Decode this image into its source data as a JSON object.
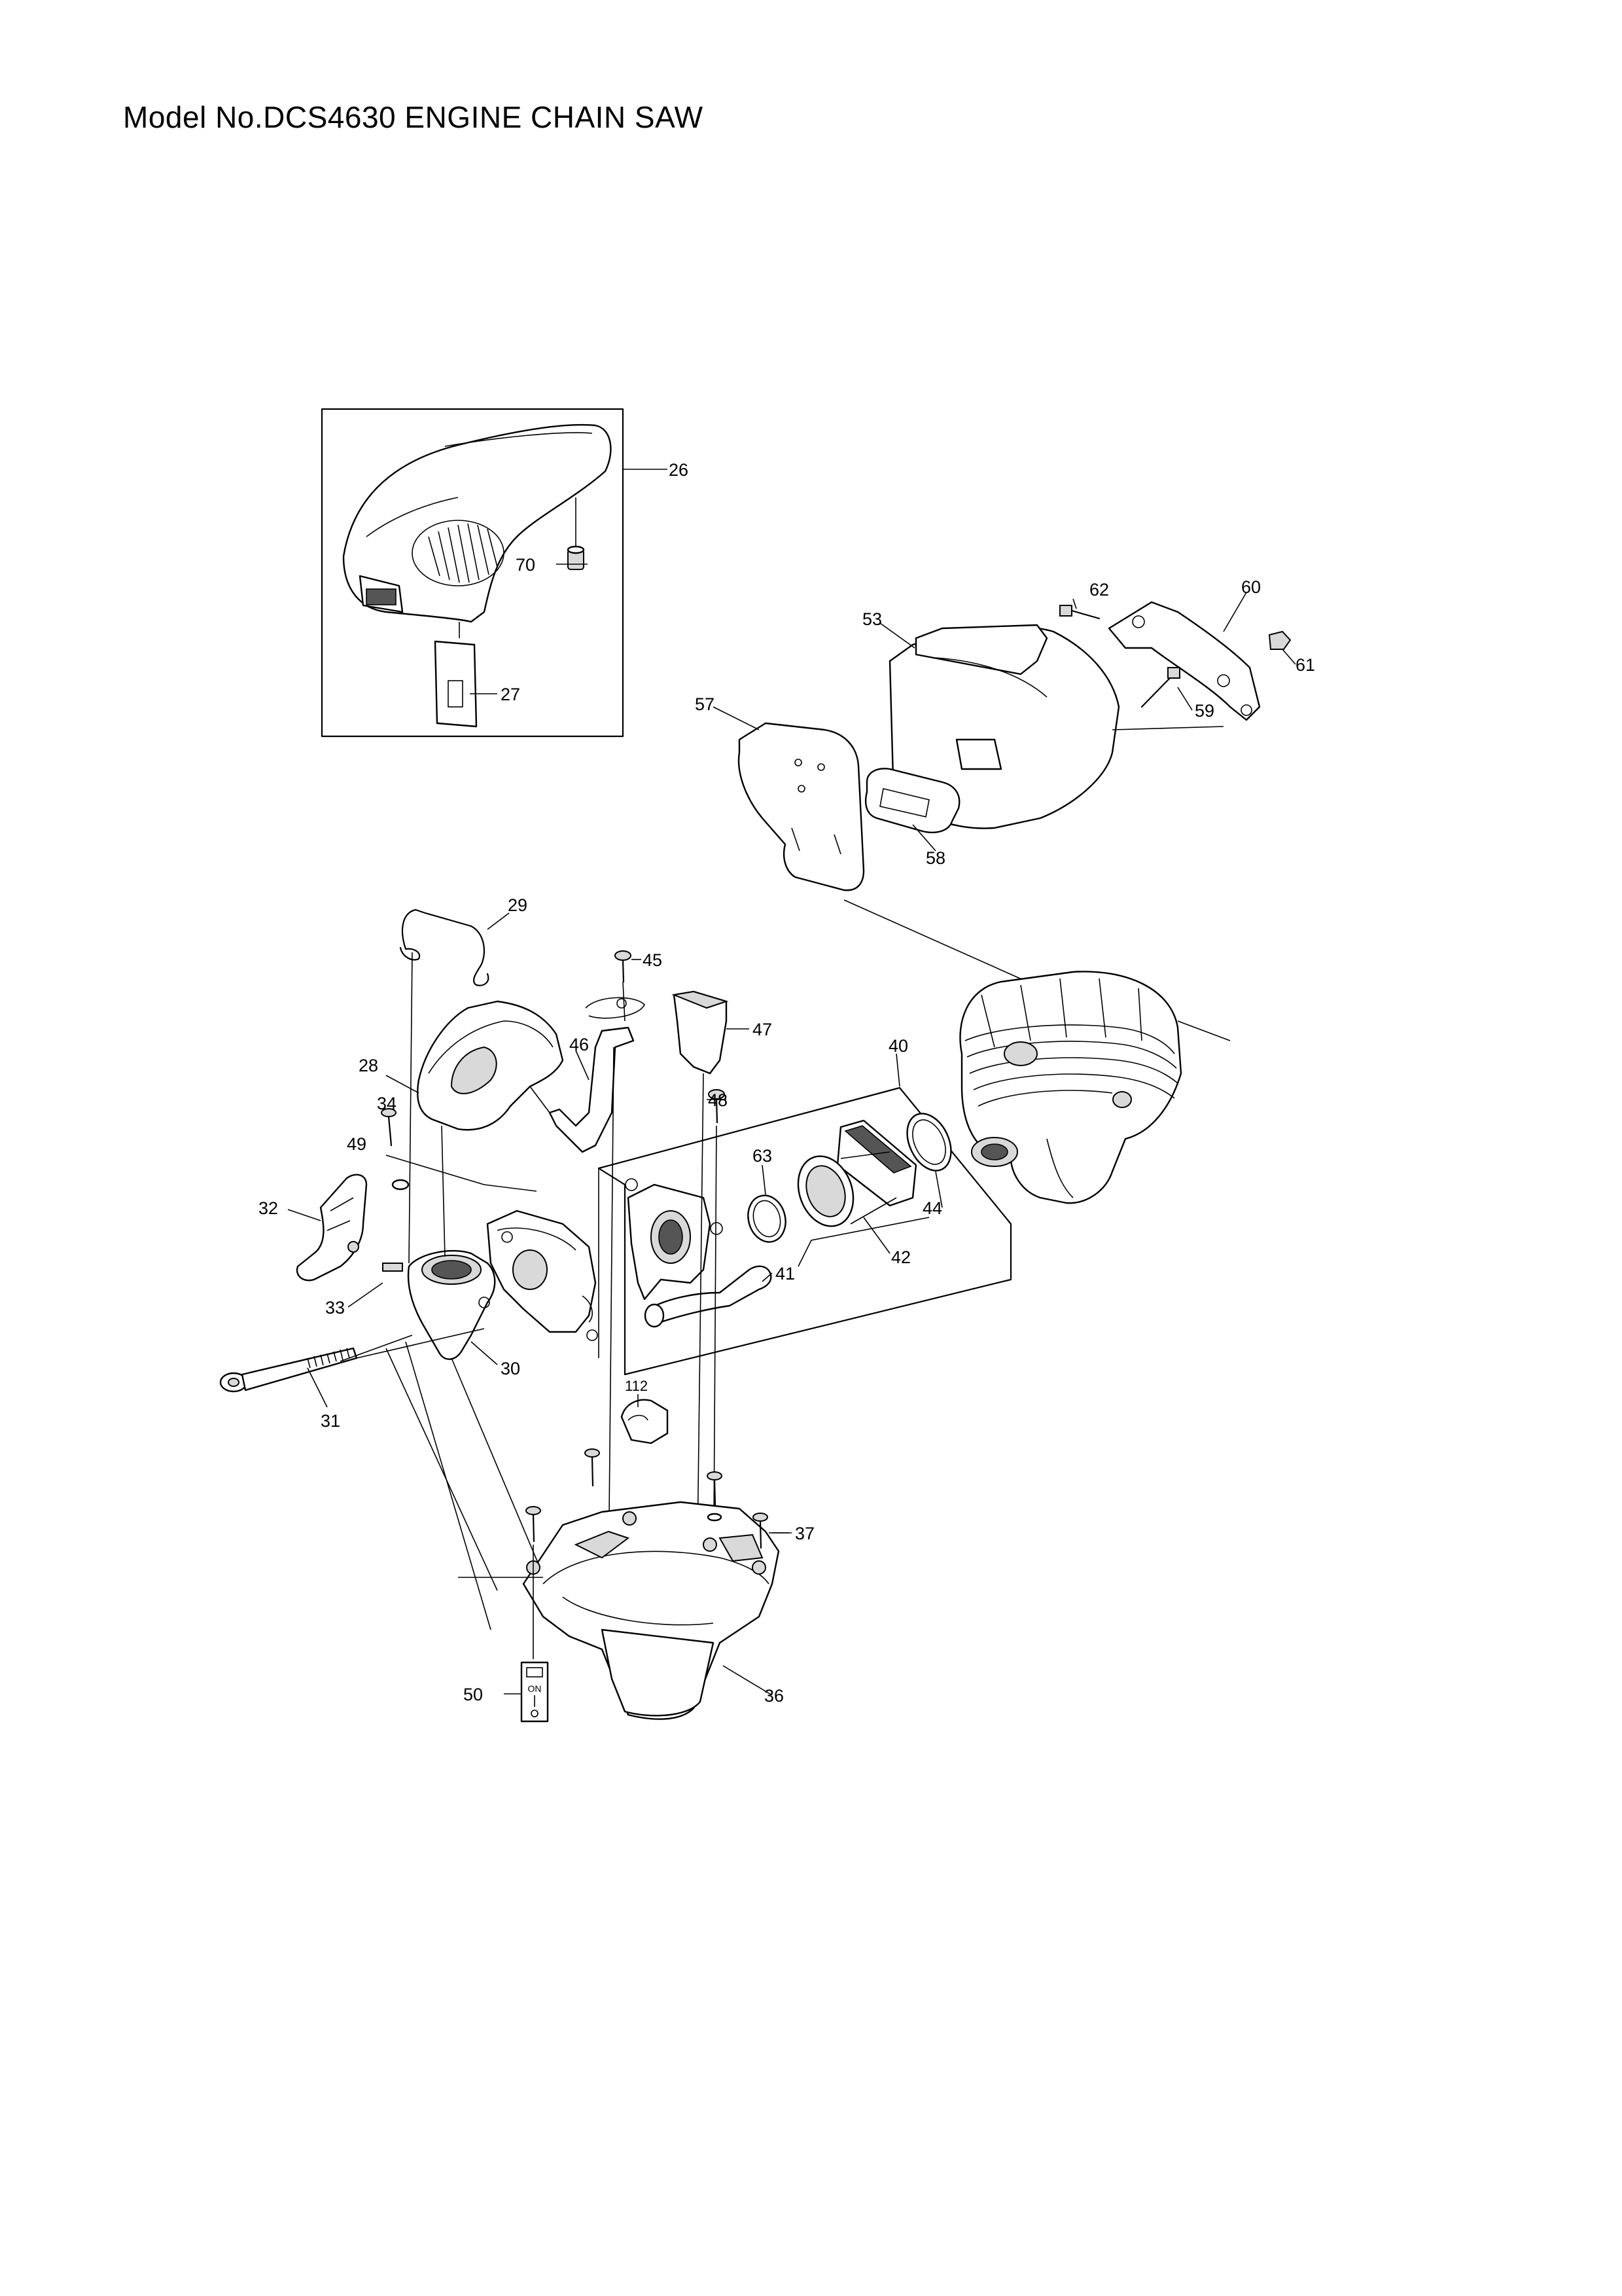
{
  "page": {
    "title": "Model No.DCS4630 ENGINE CHAIN SAW"
  },
  "parts": [
    {
      "key": "p26",
      "number": "26"
    },
    {
      "key": "p70",
      "number": "70"
    },
    {
      "key": "p27",
      "number": "27"
    },
    {
      "key": "p62",
      "number": "62"
    },
    {
      "key": "p60",
      "number": "60"
    },
    {
      "key": "p53",
      "number": "53"
    },
    {
      "key": "p61",
      "number": "61"
    },
    {
      "key": "p59",
      "number": "59"
    },
    {
      "key": "p57",
      "number": "57"
    },
    {
      "key": "p58",
      "number": "58"
    },
    {
      "key": "p29",
      "number": "29"
    },
    {
      "key": "p45",
      "number": "45"
    },
    {
      "key": "p47",
      "number": "47"
    },
    {
      "key": "p46",
      "number": "46"
    },
    {
      "key": "p28",
      "number": "28"
    },
    {
      "key": "p48",
      "number": "48"
    },
    {
      "key": "p40",
      "number": "40"
    },
    {
      "key": "p34",
      "number": "34"
    },
    {
      "key": "p49",
      "number": "49"
    },
    {
      "key": "p63",
      "number": "63"
    },
    {
      "key": "p44",
      "number": "44"
    },
    {
      "key": "p32",
      "number": "32"
    },
    {
      "key": "p42",
      "number": "42"
    },
    {
      "key": "p41",
      "number": "41"
    },
    {
      "key": "p33",
      "number": "33"
    },
    {
      "key": "p30",
      "number": "30"
    },
    {
      "key": "p31",
      "number": "31"
    },
    {
      "key": "p112",
      "number": "112"
    },
    {
      "key": "p37",
      "number": "37"
    },
    {
      "key": "p50",
      "number": "50"
    },
    {
      "key": "p36",
      "number": "36"
    }
  ],
  "label_text": {
    "on": "ON"
  }
}
